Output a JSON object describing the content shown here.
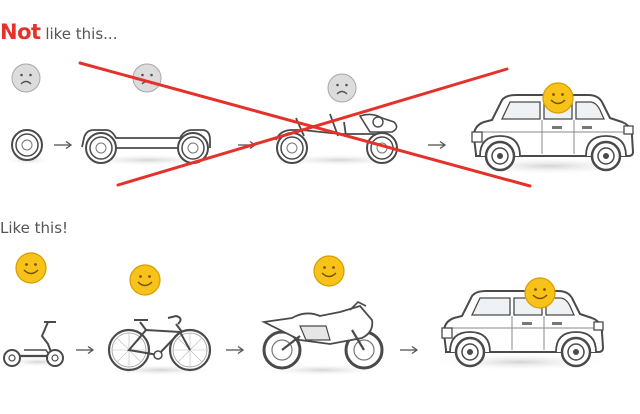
{
  "row1": {
    "heading_strong": "Not",
    "heading_rest": " like this...",
    "stages": [
      {
        "name": "wheel",
        "mood": "sad"
      },
      {
        "name": "chassis",
        "mood": "sad"
      },
      {
        "name": "buggy",
        "mood": "sad"
      },
      {
        "name": "suv",
        "mood": "happy"
      }
    ],
    "crossed_out": true
  },
  "row2": {
    "heading": "Like this!",
    "stages": [
      {
        "name": "kick-scooter",
        "mood": "happy"
      },
      {
        "name": "bicycle",
        "mood": "happy"
      },
      {
        "name": "motorcycle",
        "mood": "happy"
      },
      {
        "name": "suv",
        "mood": "happy"
      }
    ]
  },
  "colors": {
    "accent": "#e5312a",
    "smiley_happy": "#f7c318",
    "smiley_sad": "#dcdcdc",
    "line": "#4a4a4a"
  }
}
